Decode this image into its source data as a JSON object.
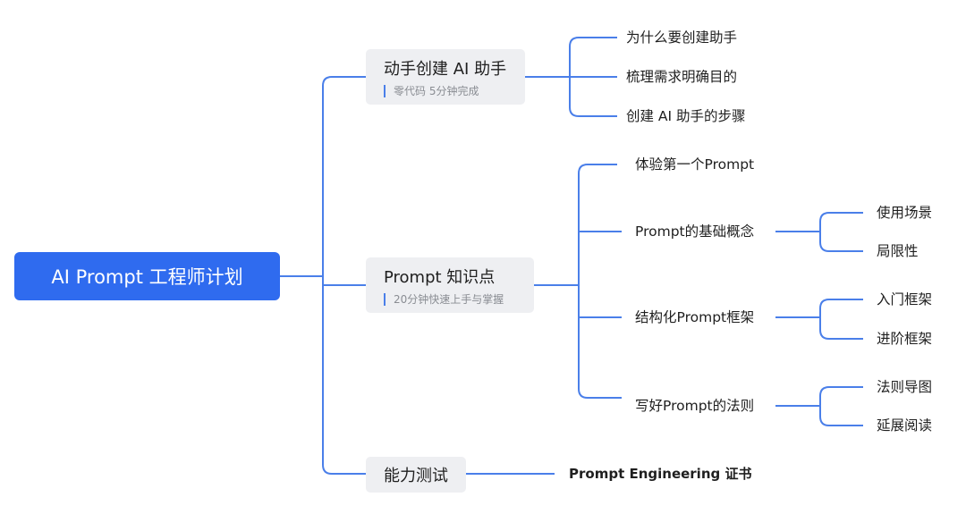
{
  "root": {
    "label": "AI Prompt 工程师计划"
  },
  "branches": [
    {
      "title": "动手创建 AI 助手",
      "subtitle": "零代码 5分钟完成",
      "children": [
        {
          "label": "为什么要创建助手"
        },
        {
          "label": "梳理需求明确目的"
        },
        {
          "label": "创建 AI 助手的步骤"
        }
      ]
    },
    {
      "title": "Prompt 知识点",
      "subtitle": "20分钟快速上手与掌握",
      "children": [
        {
          "label": "体验第一个Prompt",
          "children": []
        },
        {
          "label": "Prompt的基础概念",
          "children": [
            {
              "label": "使用场景"
            },
            {
              "label": "局限性"
            }
          ]
        },
        {
          "label": "结构化Prompt框架",
          "children": [
            {
              "label": "入门框架"
            },
            {
              "label": "进阶框架"
            }
          ]
        },
        {
          "label": "写好Prompt的法则",
          "children": [
            {
              "label": "法则导图"
            },
            {
              "label": "延展阅读"
            }
          ]
        }
      ]
    },
    {
      "title": "能力测试",
      "children": [
        {
          "label": "Prompt Engineering 证书"
        }
      ]
    }
  ],
  "colors": {
    "root_fill": "#2f6bef",
    "branch_fill": "#eeeff2",
    "connector": "#4a7fe9"
  }
}
